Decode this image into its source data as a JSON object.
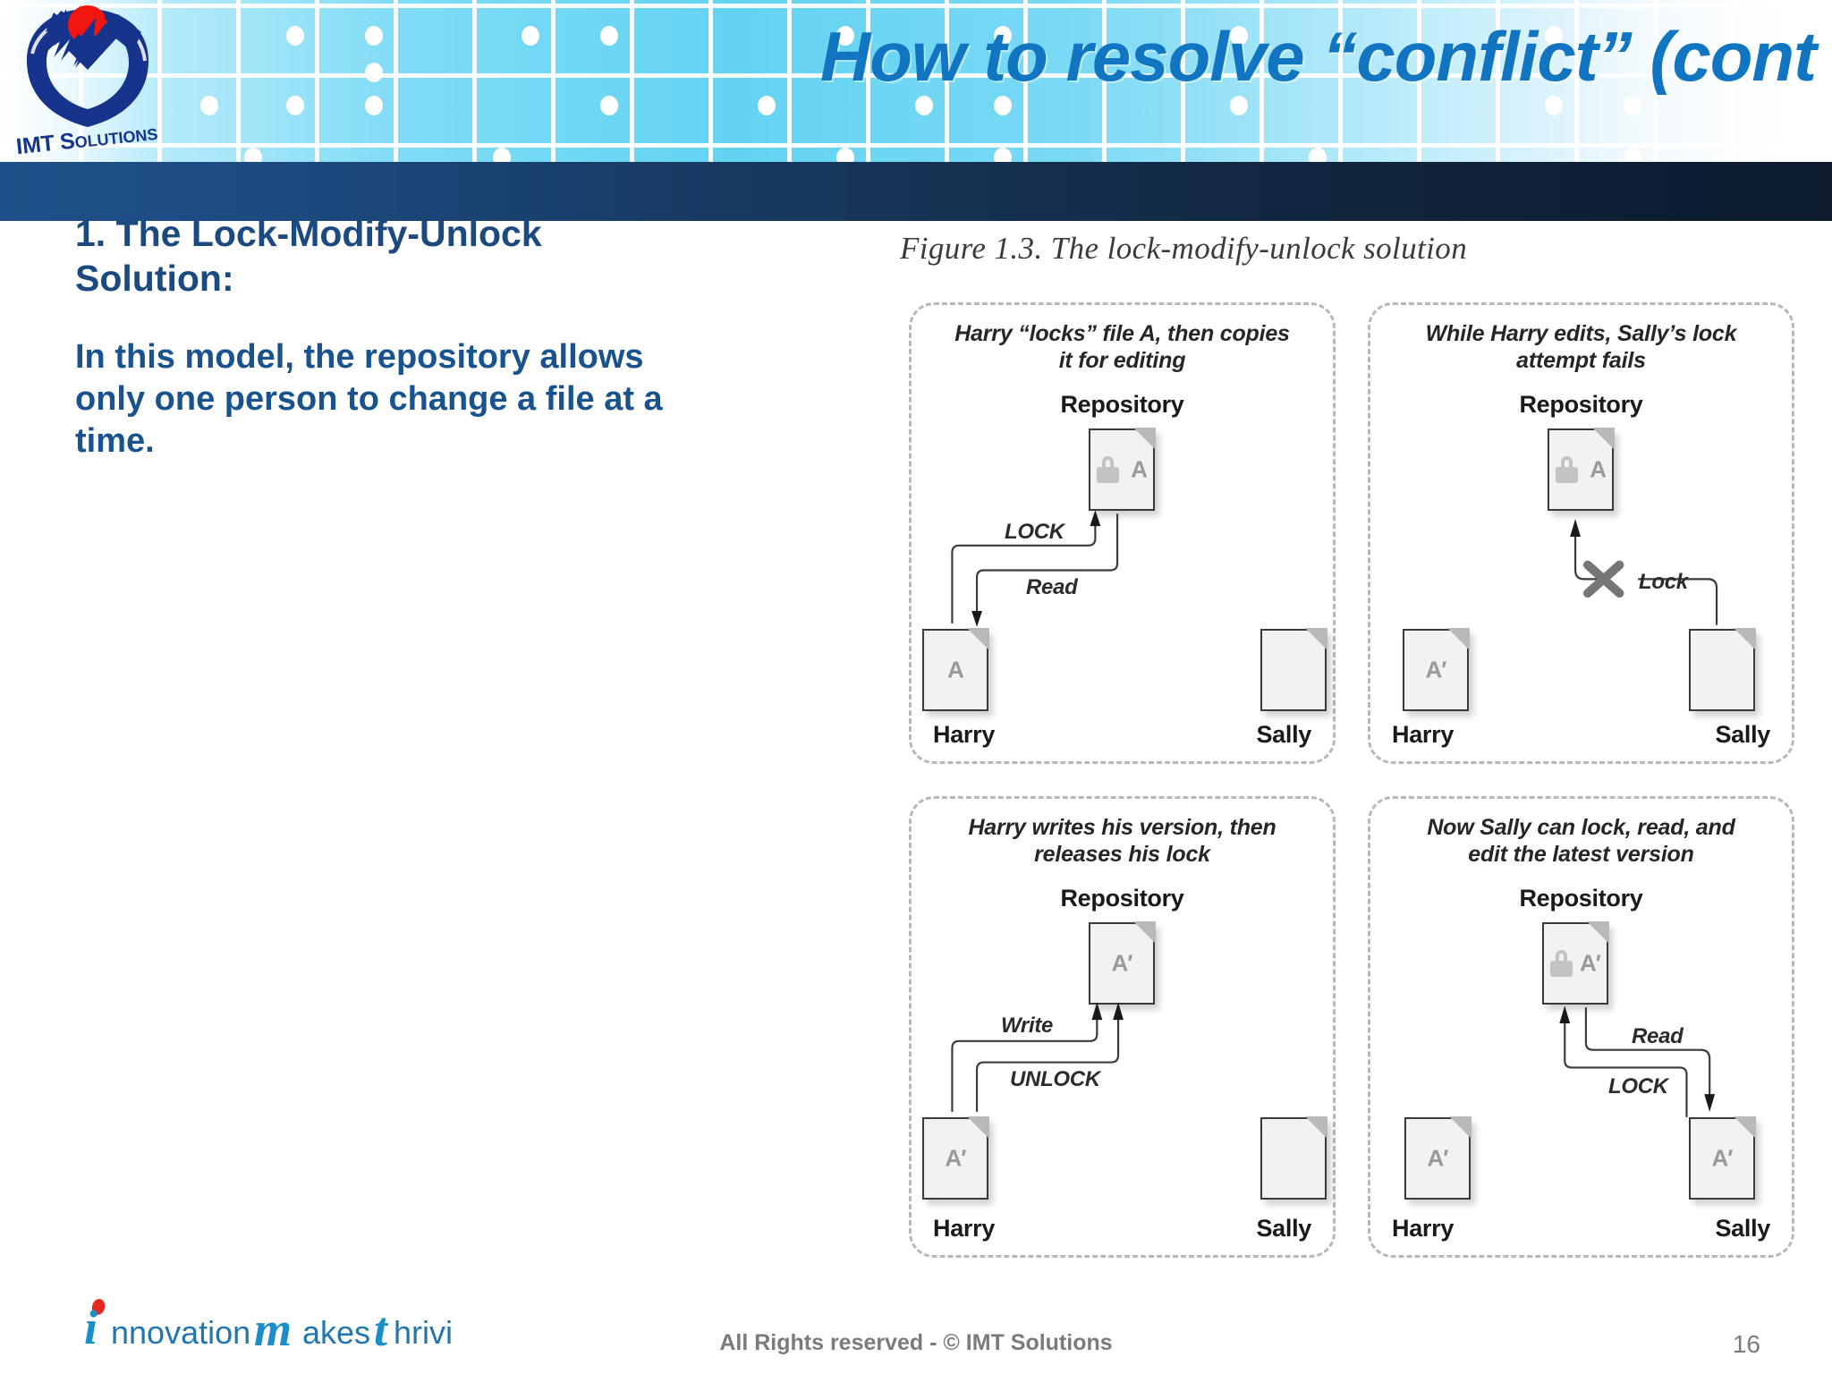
{
  "header": {
    "title": "How to resolve “conflict” (cont",
    "logo_text_primary": "IMT",
    "logo_text_secondary": "SOLUTIONS",
    "accent_blue": "#1275c2",
    "logo_navy": "#16348c",
    "logo_red": "#f2160f"
  },
  "body": {
    "heading": "1. The Lock-Modify-Unlock Solution:",
    "paragraph": "In this model, the repository allows only one person to change a file at a time.",
    "text_color": "#1a4a7f"
  },
  "figure": {
    "caption": "Figure 1.3. The lock-modify-unlock solution",
    "panels": [
      {
        "title_line1": "Harry “locks” file A, then copies",
        "title_line2": "it for editing",
        "repository_label": "Repository",
        "repo_file_label": "A",
        "repo_locked": true,
        "harry_label": "Harry",
        "sally_label": "Sally",
        "harry_file_label": "A",
        "sally_file_label": "",
        "arrow_labels": [
          "LOCK",
          "Read"
        ]
      },
      {
        "title_line1": "While Harry edits, Sally’s lock",
        "title_line2": "attempt fails",
        "repository_label": "Repository",
        "repo_file_label": "A",
        "repo_locked": true,
        "harry_label": "Harry",
        "sally_label": "Sally",
        "harry_file_label": "A′",
        "sally_file_label": "",
        "arrow_labels": [
          "Lock"
        ]
      },
      {
        "title_line1": "Harry writes his version, then",
        "title_line2": "releases his lock",
        "repository_label": "Repository",
        "repo_file_label": "A′",
        "repo_locked": false,
        "harry_label": "Harry",
        "sally_label": "Sally",
        "harry_file_label": "A′",
        "sally_file_label": "",
        "arrow_labels": [
          "Write",
          "UNLOCK"
        ]
      },
      {
        "title_line1": "Now Sally can lock, read, and",
        "title_line2": "edit the latest version",
        "repository_label": "Repository",
        "repo_file_label": "A′",
        "repo_locked": true,
        "harry_label": "Harry",
        "sally_label": "Sally",
        "harry_file_label": "A′",
        "sally_file_label": "A′",
        "arrow_labels": [
          "Read",
          "LOCK"
        ]
      }
    ]
  },
  "footer": {
    "tagline_i": "i",
    "tagline_innovation": "nnovation",
    "tagline_m": "m",
    "tagline_akes": "akes",
    "tagline_t": "t",
    "tagline_hriving": "hriving",
    "copyright": "All Rights reserved -  © IMT Solutions",
    "page_number": "16",
    "muted_color": "#7b7b7b"
  }
}
